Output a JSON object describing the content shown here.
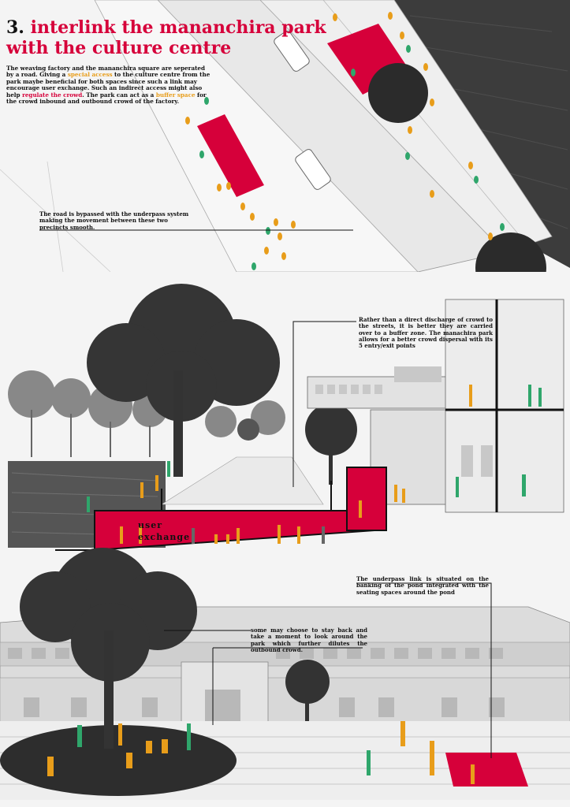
{
  "colors": {
    "accent_red": "#d6003a",
    "accent_orange": "#e89d1a",
    "accent_green": "#2fa66b",
    "tree_dark": "#333333",
    "water_dark": "#3a3a3a"
  },
  "title": {
    "number": "3.",
    "line1": "interlink the mananchira park",
    "line2": "with the culture centre"
  },
  "intro": {
    "p1": "The weaving factory and the mananchira square are seperated by a road. Giving a ",
    "hl1": "special access",
    "p2": " to the culture centre from the park maybe beneficial for both spaces since such a link may encourage user exchange. Such an indirect access might also help ",
    "hl2": "regulate the crowd",
    "p3": ". The park can act as a ",
    "hl3": "buffer space",
    "p4": " for the crowd inbound and outbound crowd of the factory."
  },
  "notes": {
    "road": "The road is bypassed with the underpass system making the movement between these two precincts smooth.",
    "buffer": "Rather than a direct discharge of crowd to the streets, it is better they are carried over to a buffer zone. The manachira park allows for a better crowd dispersal with its 5 entry/exit points",
    "underpass": "The underpass link is situated on the banking of the pond integrated with the seating spaces around the pond",
    "stay": "some may choose to stay back and take a moment to look around the park which further dilutes the outbound crowd."
  },
  "labels": {
    "user_exchange_1": "user",
    "user_exchange_2": "exchange"
  }
}
